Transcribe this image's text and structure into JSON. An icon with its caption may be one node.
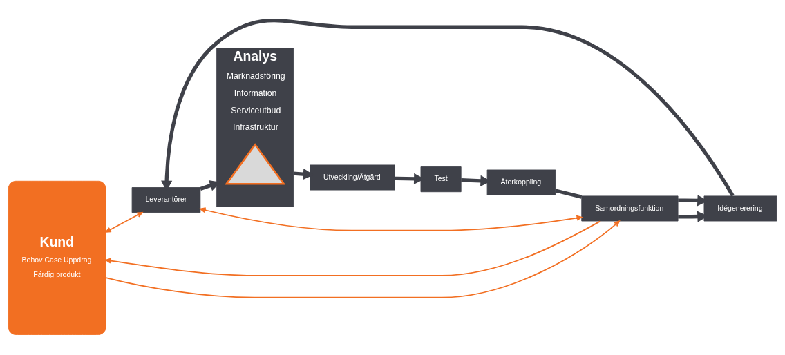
{
  "diagram": {
    "nodes": [
      {
        "text": [
          "Kund",
          "Behov Case Uppdrag",
          "Färdig produkt"
        ]
      },
      {
        "text": [
          "Idégenerering"
        ]
      },
      {
        "text": [
          "Leverantörer"
        ]
      },
      {
        "text": [
          "Analys",
          "Marknadsföring",
          "Information",
          "Serviceutbud",
          "Infrastruktur"
        ]
      },
      {
        "text": [],
        "shape": "triangle",
        "in": 3
      },
      {
        "text": [
          "Samordningsfunktion"
        ]
      },
      {
        "text": [
          "Återkoppling"
        ]
      },
      {
        "text": [
          "Test"
        ]
      },
      {
        "text": [
          "Utveckling/Åtgärd"
        ]
      }
    ],
    "edges": [
      {
        "from": 0,
        "to": 2,
        "arrow": "both",
        "color": "#f26f22"
      },
      {
        "from": 1,
        "to": 2,
        "arrow": "to"
      },
      {
        "from": 2,
        "to": 3,
        "arrow": "to"
      },
      {
        "from": 5,
        "to": 1,
        "arrow": "to"
      },
      {
        "from": 5,
        "to": 1,
        "arrow": "to"
      },
      {
        "from": 0,
        "to": 5,
        "arrow": "to",
        "color": "#f26f22"
      },
      {
        "from": 5,
        "to": 0,
        "arrow": "to",
        "color": "#f26f22"
      },
      {
        "from": 2,
        "to": 5,
        "arrow": "both",
        "color": "#f26f22"
      },
      {
        "from": 3,
        "to": 8,
        "arrow": "to"
      },
      {
        "from": 8,
        "to": 7,
        "arrow": "to"
      },
      {
        "from": 7,
        "to": 6,
        "arrow": "to"
      },
      {
        "from": 6,
        "to": 5,
        "arrow": "none"
      }
    ]
  }
}
